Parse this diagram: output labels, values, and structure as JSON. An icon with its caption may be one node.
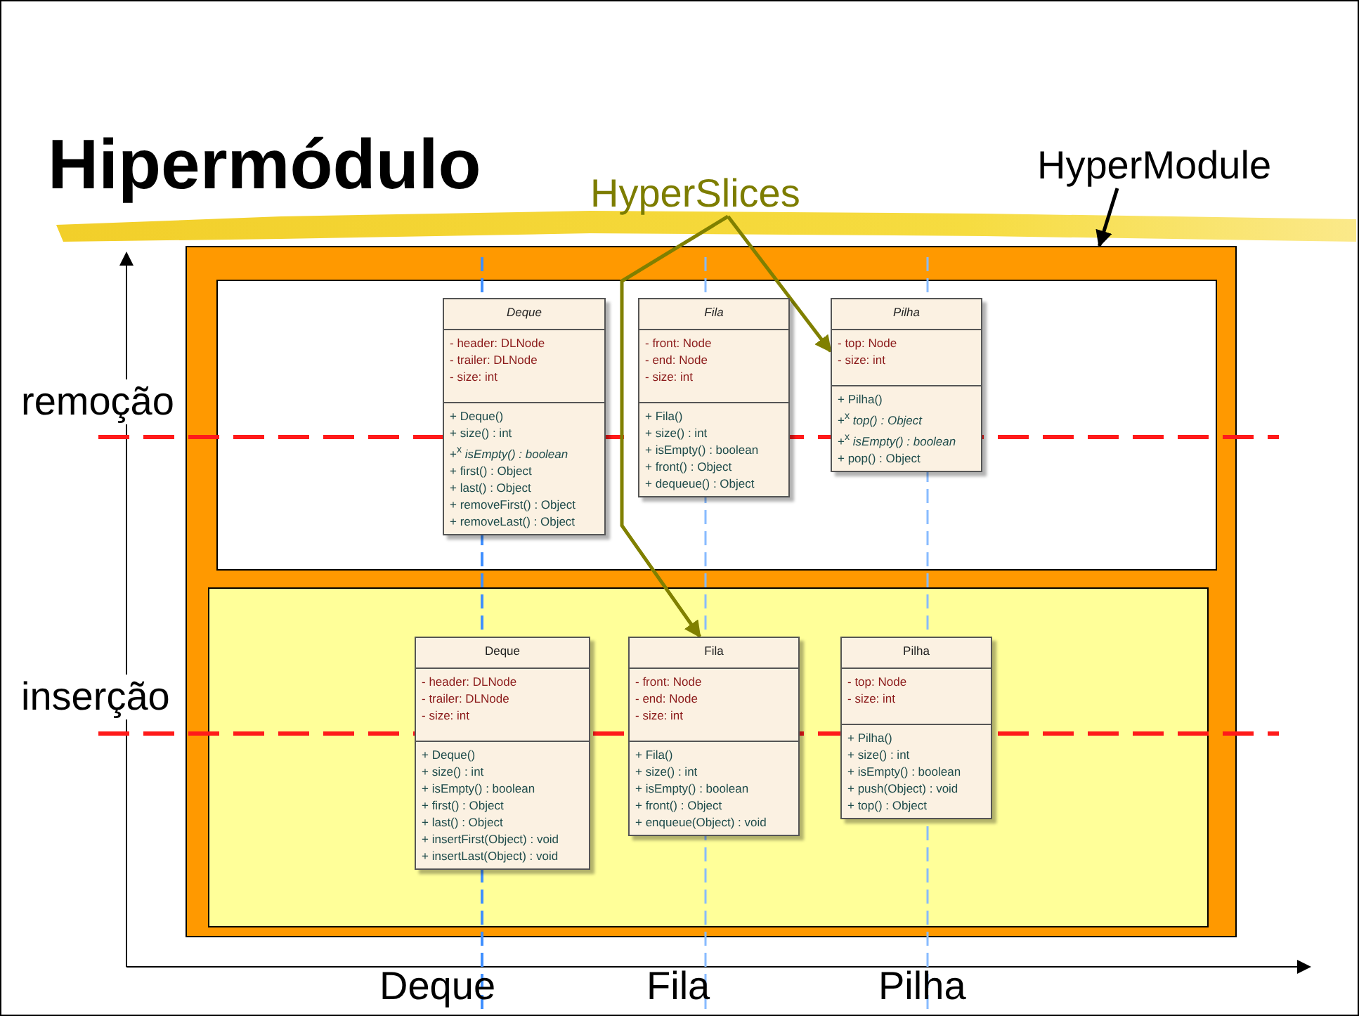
{
  "diagram": {
    "title": "Hipermódulo",
    "nodes": [
      {
        "text": [],
        "shape": "box"
      },
      {
        "text": [],
        "shape": "box",
        "in": 0
      },
      {
        "text": [
          "Deque",
          "- header: DLNode",
          "- trailer: DLNode",
          "- size: int",
          "+ Deque()",
          "+ size() : int",
          "+$^{x}$ *isEmpty() : boolean*",
          "+ first() : Object",
          "+ last() : Object",
          "+ removeFirst() : Object",
          "+ removeLast() : Object"
        ],
        "in": 1
      },
      {
        "text": [
          "Fila",
          "- front: Node",
          "- end: Node",
          "- size: int",
          "+ Fila()",
          "+ size() : int",
          "+ isEmpty() : boolean",
          "+ front() : Object",
          "+ dequeue() : Object"
        ],
        "in": 1
      },
      {
        "text": [
          "Pilha",
          "- top: Node",
          "- size: int",
          "+ Pilha()",
          "+$^{x}$ *top() : Object*",
          "+$^{x}$ *isEmpty() : boolean*",
          "+ pop() : Object"
        ],
        "in": 1
      },
      {
        "text": [],
        "shape": "box",
        "in": 0
      },
      {
        "text": [
          "Deque",
          "- header: DLNode",
          "- trailer: DLNode",
          "- size: int",
          "+ Deque()",
          "+ size() : int",
          "+ isEmpty() : boolean",
          "+ first() : Object",
          "+ last() : Object",
          "+ insertFirst(Object) : void",
          "+ insertLast(Object) : void"
        ],
        "in": 5
      },
      {
        "text": [
          "Fila",
          "- front: Node",
          "- end: Node",
          "- size: int",
          "+ Fila()",
          "+ size() : int",
          "+ isEmpty() : boolean",
          "+ front() : Object",
          "+ enqueue(Object) : void"
        ],
        "in": 5
      },
      {
        "text": [
          "Pilha",
          "- top: Node",
          "- size: int",
          "+ Pilha()",
          "+ size() : int",
          "+ isEmpty() : boolean",
          "+ push(Object) : void",
          "+ top() : Object"
        ],
        "in": 5
      },
      {
        "text": [
          "HyperSlices"
        ]
      },
      {
        "text": [
          "HyperModule"
        ]
      }
    ],
    "edges": [
      {
        "from": 9,
        "to": 4,
        "arrow": "to",
        "color": "#808000"
      },
      {
        "from": 9,
        "to": 7,
        "arrow": "to",
        "color": "#808000"
      },
      {
        "from": 10,
        "to": 0,
        "arrow": "to",
        "color": "#000000"
      }
    ],
    "labels": [
      "remoção",
      "inserção",
      "Deque",
      "Fila",
      "Pilha"
    ]
  }
}
